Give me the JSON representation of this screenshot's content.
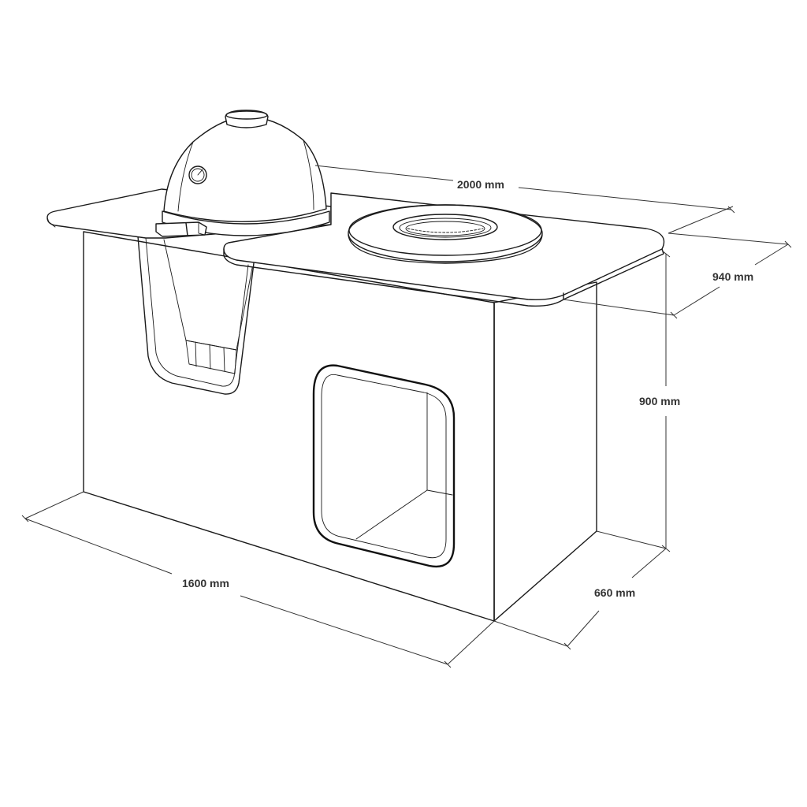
{
  "dimensions": {
    "top_length": "2000 mm",
    "top_depth": "940 mm",
    "height": "900 mm",
    "base_length": "1600 mm",
    "base_depth": "660 mm"
  },
  "colors": {
    "line": "#1a1a1a",
    "dimension": "#333333",
    "background": "#ffffff"
  }
}
